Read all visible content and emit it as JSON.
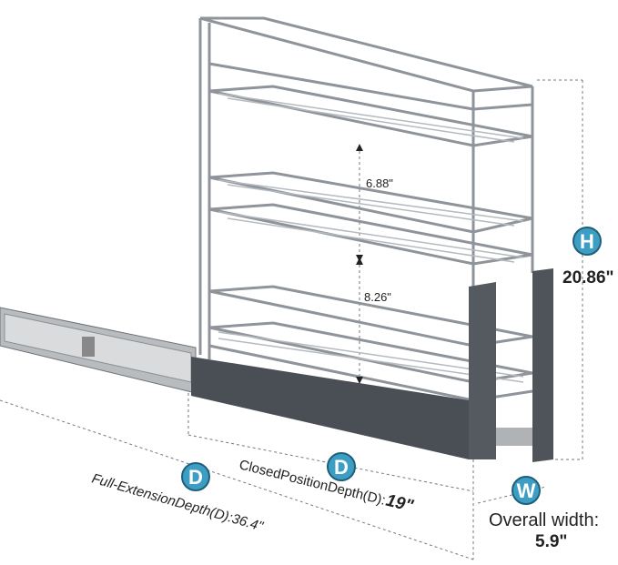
{
  "colors": {
    "badge": "#3d9ec4",
    "badge_ring": "#1f5f7a",
    "base": "#4a4f55",
    "chrome": "#9aa0a6"
  },
  "dimensions": {
    "shelf_gap_top": "6.88\"",
    "shelf_gap_bottom": "8.26\"",
    "height_badge": "H",
    "height_value": "20.86\"",
    "closed_badge": "D",
    "closed_label": "Closed Position Depth (D):",
    "closed_value": "19\"",
    "full_badge": "D",
    "full_label": "Full-Extension Depth (D): 36.4\"",
    "width_badge": "W",
    "width_label": "Overall width:",
    "width_value": "5.9\""
  }
}
